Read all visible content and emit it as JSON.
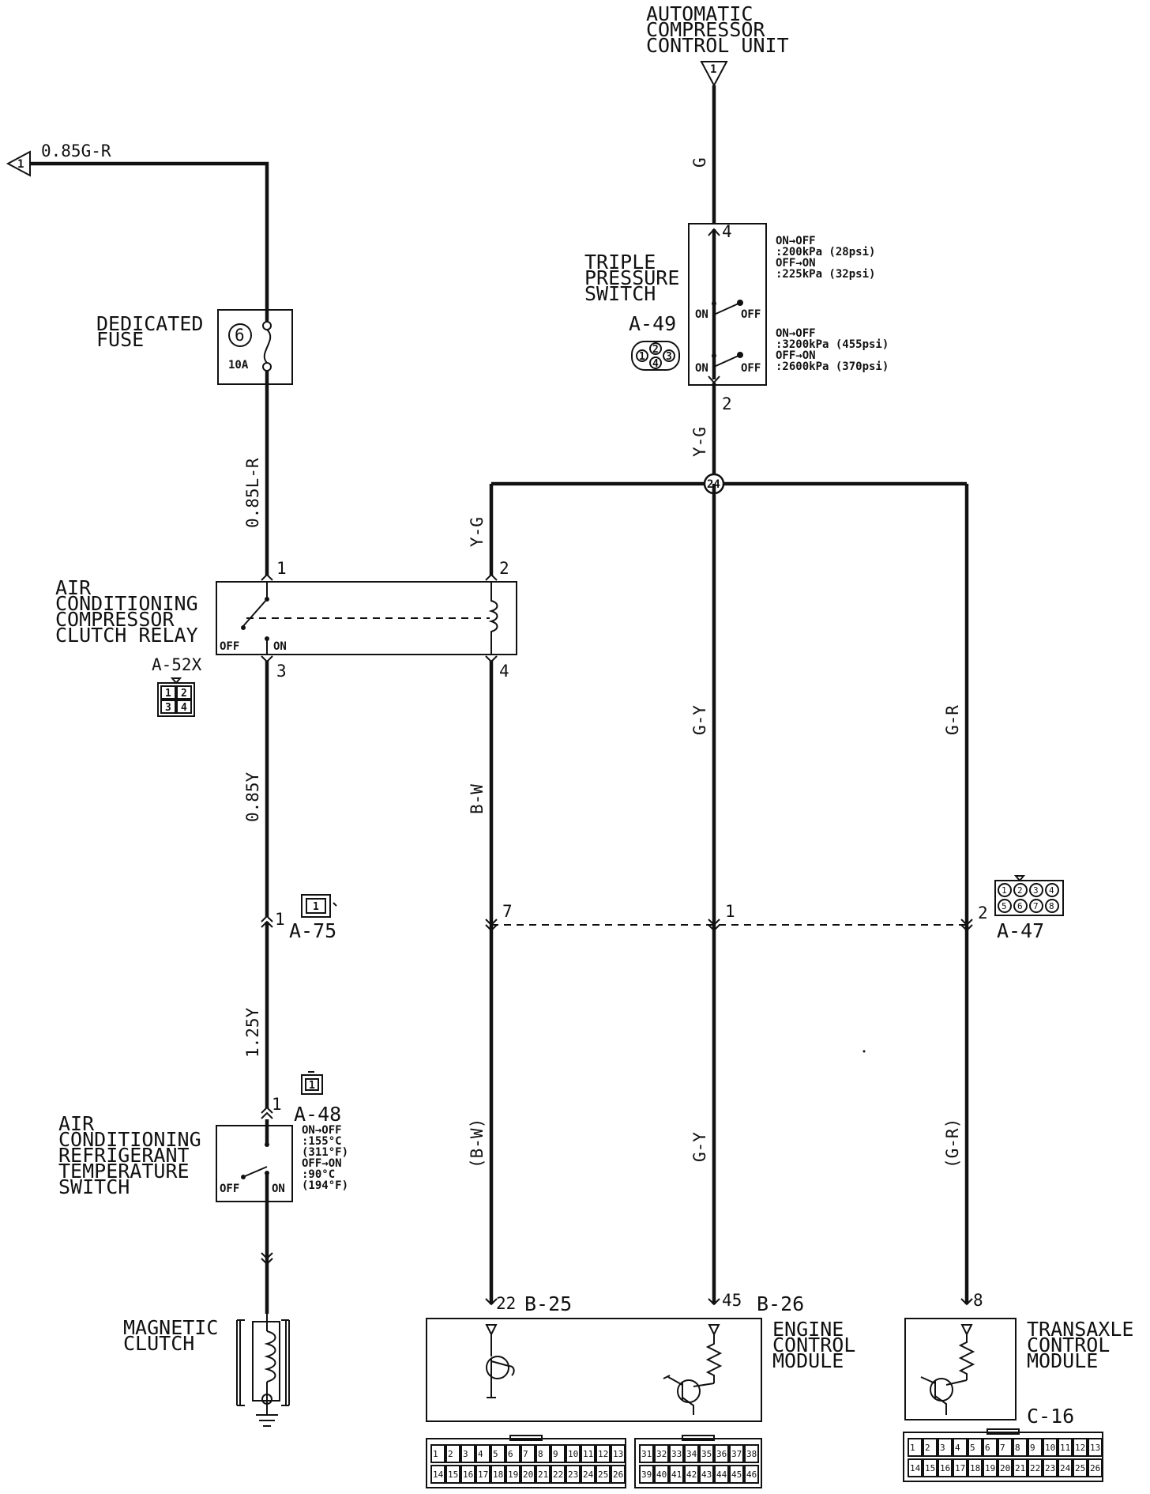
{
  "components": {
    "acc_unit": [
      "AUTOMATIC",
      "COMPRESSOR",
      "CONTROL UNIT"
    ],
    "acc_terminal": "1",
    "source": {
      "terminal": "1",
      "wire": "0.85G-R"
    },
    "fuse": {
      "title": [
        "DEDICATED",
        "FUSE"
      ],
      "number": "6",
      "rating": "10A"
    },
    "tps": {
      "title": [
        "TRIPLE",
        "PRESSURE",
        "SWITCH"
      ],
      "connector": "A-49",
      "pin_top": "4",
      "pin_bottom": "2",
      "on": "ON",
      "off": "OFF",
      "spec1": [
        "ON→OFF",
        ":200kPa (28psi)",
        "OFF→ON",
        ":225kPa (32psi)"
      ],
      "spec2": [
        "ON→OFF",
        ":3200kPa (455psi)",
        "OFF→ON",
        ":2600kPa (370psi)"
      ],
      "conn_pins": [
        "1",
        "2",
        "3",
        "4"
      ]
    },
    "relay": {
      "title": [
        "AIR",
        "CONDITIONING",
        "COMPRESSOR",
        "CLUTCH RELAY"
      ],
      "connector": "A-52X",
      "pins": [
        "1",
        "2",
        "3",
        "4"
      ],
      "off": "OFF",
      "on": "ON",
      "conn_pins": [
        "1",
        "2",
        "3",
        "4"
      ]
    },
    "splice": "24",
    "a75": {
      "connector": "A-75",
      "pin": "1",
      "conn_pin": "1"
    },
    "a48": {
      "connector": "A-48",
      "pin": "1",
      "conn_pin": "1"
    },
    "a47": {
      "connector": "A-47",
      "pins": [
        "7",
        "1",
        "2"
      ],
      "conn_pins": [
        "1",
        "2",
        "3",
        "4",
        "5",
        "6",
        "7",
        "8"
      ]
    },
    "temp_switch": {
      "title": [
        "AIR",
        "CONDITIONING",
        "REFRIGERANT",
        "TEMPERATURE",
        "SWITCH"
      ],
      "off": "OFF",
      "on": "ON",
      "spec": [
        "ON→OFF",
        ":155°C",
        "(311°F)",
        "OFF→ON",
        ":90°C",
        "(194°F)"
      ]
    },
    "clutch": [
      "MAGNETIC",
      "CLUTCH"
    ],
    "ecm": {
      "title": [
        "ENGINE",
        "CONTROL",
        "MODULE"
      ],
      "pin_a": "22",
      "conn_a": "B-25",
      "pin_b": "45",
      "conn_b": "B-26"
    },
    "tcm": {
      "title": [
        "TRANSAXLE",
        "CONTROL",
        "MODULE"
      ],
      "pin": "8",
      "conn": "C-16"
    }
  },
  "wires": {
    "g": "G",
    "yg_top": "Y-G",
    "lr": "0.85L-R",
    "yg_left": "Y-G",
    "y085": "0.85Y",
    "y125": "1.25Y",
    "bw": "B-W",
    "bw_paren": "(B-W)",
    "gy": "G-Y",
    "gy_low": "G-Y",
    "gr": "G-R",
    "gr_paren": "(G-R)"
  },
  "connectors": {
    "b25_row1": [
      "1",
      "2",
      "3",
      "4",
      "5",
      "6",
      "7",
      "8",
      "9",
      "10",
      "11",
      "12",
      "13"
    ],
    "b25_row2": [
      "14",
      "15",
      "16",
      "17",
      "18",
      "19",
      "20",
      "21",
      "22",
      "23",
      "24",
      "25",
      "26"
    ],
    "b26_row1": [
      "31",
      "32",
      "33",
      "34",
      "35",
      "36",
      "37",
      "38"
    ],
    "b26_row2": [
      "39",
      "40",
      "41",
      "42",
      "43",
      "44",
      "45",
      "46"
    ],
    "c16_row1": [
      "1",
      "2",
      "3",
      "4",
      "5",
      "6",
      "7",
      "8",
      "9",
      "10",
      "11",
      "12",
      "13"
    ],
    "c16_row2": [
      "14",
      "15",
      "16",
      "17",
      "18",
      "19",
      "20",
      "21",
      "22",
      "23",
      "24",
      "25",
      "26"
    ]
  }
}
